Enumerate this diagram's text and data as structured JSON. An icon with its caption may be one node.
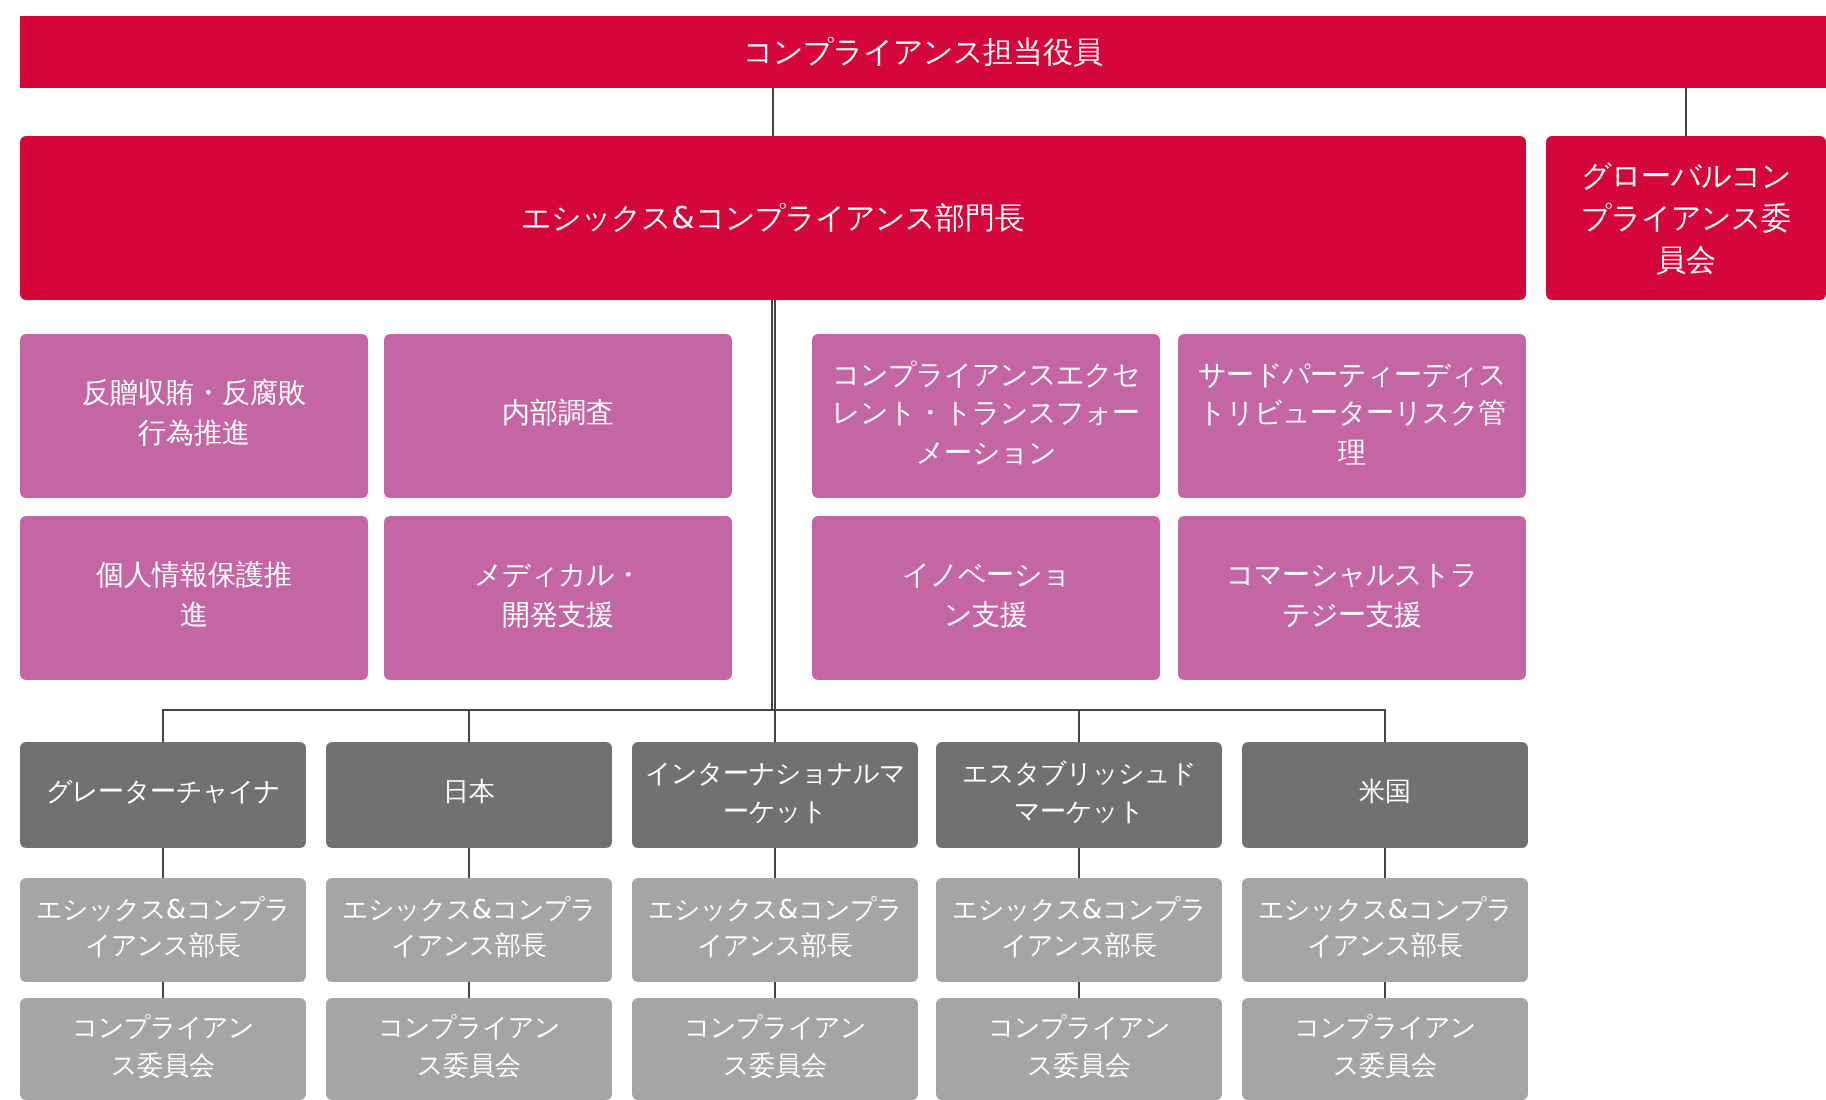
{
  "diagram": {
    "nodes": [
      {
        "text": [
          "コンプライアンス担当役員"
        ]
      },
      {
        "text": [
          "エシックス&コンプライアンス部門長"
        ]
      },
      {
        "text": [
          "グローバルコンプライアンス委員会"
        ]
      },
      {
        "text": [
          "反贈収賄・反腐敗行為推進"
        ]
      },
      {
        "text": [
          "内部調査"
        ]
      },
      {
        "text": [
          "コンプライアンスエクセレント・トランスフォーメーション"
        ]
      },
      {
        "text": [
          "サードパーティーディストリビューターリスク管理"
        ]
      },
      {
        "text": [
          "個人情報保護推進"
        ]
      },
      {
        "text": [
          "メディカル・開発支援"
        ]
      },
      {
        "text": [
          "イノベーション支援"
        ]
      },
      {
        "text": [
          "コマーシャルストラテジー支援"
        ]
      },
      {
        "text": [
          "グレーターチャイナ"
        ]
      },
      {
        "text": [
          "日本"
        ]
      },
      {
        "text": [
          "インターナショナルマーケット"
        ]
      },
      {
        "text": [
          "エスタブリッシュドマーケット"
        ]
      },
      {
        "text": [
          "米国"
        ]
      },
      {
        "text": [
          "エシックス&コンプライアンス部長"
        ]
      },
      {
        "text": [
          "エシックス&コンプライアンス部長"
        ]
      },
      {
        "text": [
          "エシックス&コンプライアンス部長"
        ]
      },
      {
        "text": [
          "エシックス&コンプライアンス部長"
        ]
      },
      {
        "text": [
          "エシックス&コンプライアンス部長"
        ]
      },
      {
        "text": [
          "コンプライアンス委員会"
        ]
      },
      {
        "text": [
          "コンプライアンス委員会"
        ]
      },
      {
        "text": [
          "コンプライアンス委員会"
        ]
      },
      {
        "text": [
          "コンプライアンス委員会"
        ]
      },
      {
        "text": [
          "コンプライアンス委員会"
        ]
      }
    ],
    "edges": [
      {
        "from": 0,
        "to": 1,
        "arrow": "none"
      },
      {
        "from": 0,
        "to": 2,
        "arrow": "none"
      },
      {
        "from": 1,
        "to": 11,
        "arrow": "none"
      },
      {
        "from": 1,
        "to": 12,
        "arrow": "none"
      },
      {
        "from": 1,
        "to": 13,
        "arrow": "none"
      },
      {
        "from": 1,
        "to": 14,
        "arrow": "none"
      },
      {
        "from": 1,
        "to": 15,
        "arrow": "none"
      },
      {
        "from": 11,
        "to": 16,
        "arrow": "none"
      },
      {
        "from": 12,
        "to": 17,
        "arrow": "none"
      },
      {
        "from": 13,
        "to": 18,
        "arrow": "none"
      },
      {
        "from": 14,
        "to": 19,
        "arrow": "none"
      },
      {
        "from": 15,
        "to": 20,
        "arrow": "none"
      },
      {
        "from": 16,
        "to": 21,
        "arrow": "none"
      },
      {
        "from": 17,
        "to": 22,
        "arrow": "none"
      },
      {
        "from": 18,
        "to": 23,
        "arrow": "none"
      },
      {
        "from": 19,
        "to": 24,
        "arrow": "none"
      },
      {
        "from": 20,
        "to": 25,
        "arrow": "none"
      }
    ]
  }
}
